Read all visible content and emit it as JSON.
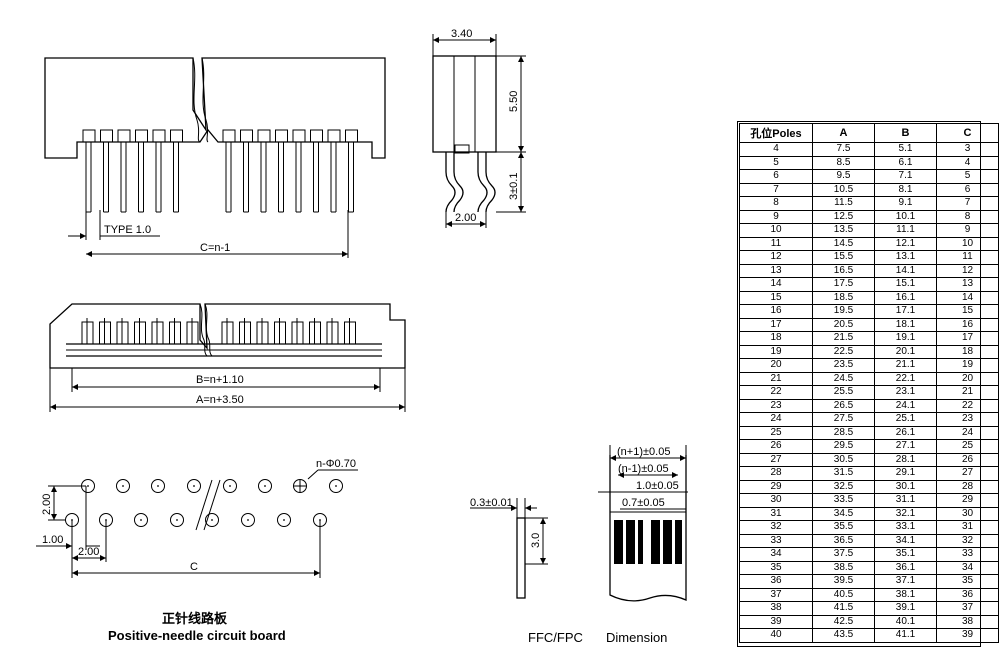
{
  "top_view": {
    "type_label": "TYPE 1.0",
    "c_label": "C=n-1"
  },
  "side_view": {
    "width_label": "3.40",
    "height_label": "5.50",
    "pin_length_label": "3±0.1",
    "pin_pitch_label": "2.00"
  },
  "front_view": {
    "b_label": "B=n+1.10",
    "a_label": "A=n+3.50"
  },
  "pcb_view": {
    "hole_label": "n-Φ0.70",
    "row_spacing_label": "2.00",
    "offset_label": "1.00",
    "pitch_label": "2.00",
    "c_label": "C",
    "title_cn": "正针线路板",
    "title_en": "Positive-needle circuit board"
  },
  "ffc": {
    "thickness_label": "0.3±0.01",
    "length_label": "3.0",
    "w1_label": "(n+1)±0.05",
    "w2_label": "(n-1)±0.05",
    "pitch_label": "1.0±0.05",
    "conductor_label": "0.7±0.05",
    "caption_ffc": "FFC/FPC",
    "caption_dim": "Dimension"
  },
  "table": {
    "headers": [
      "孔位Poles",
      "A",
      "B",
      "C"
    ],
    "rows": [
      [
        "4",
        "7.5",
        "5.1",
        "3"
      ],
      [
        "5",
        "8.5",
        "6.1",
        "4"
      ],
      [
        "6",
        "9.5",
        "7.1",
        "5"
      ],
      [
        "7",
        "10.5",
        "8.1",
        "6"
      ],
      [
        "8",
        "11.5",
        "9.1",
        "7"
      ],
      [
        "9",
        "12.5",
        "10.1",
        "8"
      ],
      [
        "10",
        "13.5",
        "11.1",
        "9"
      ],
      [
        "11",
        "14.5",
        "12.1",
        "10"
      ],
      [
        "12",
        "15.5",
        "13.1",
        "11"
      ],
      [
        "13",
        "16.5",
        "14.1",
        "12"
      ],
      [
        "14",
        "17.5",
        "15.1",
        "13"
      ],
      [
        "15",
        "18.5",
        "16.1",
        "14"
      ],
      [
        "16",
        "19.5",
        "17.1",
        "15"
      ],
      [
        "17",
        "20.5",
        "18.1",
        "16"
      ],
      [
        "18",
        "21.5",
        "19.1",
        "17"
      ],
      [
        "19",
        "22.5",
        "20.1",
        "18"
      ],
      [
        "20",
        "23.5",
        "21.1",
        "19"
      ],
      [
        "21",
        "24.5",
        "22.1",
        "20"
      ],
      [
        "22",
        "25.5",
        "23.1",
        "21"
      ],
      [
        "23",
        "26.5",
        "24.1",
        "22"
      ],
      [
        "24",
        "27.5",
        "25.1",
        "23"
      ],
      [
        "25",
        "28.5",
        "26.1",
        "24"
      ],
      [
        "26",
        "29.5",
        "27.1",
        "25"
      ],
      [
        "27",
        "30.5",
        "28.1",
        "26"
      ],
      [
        "28",
        "31.5",
        "29.1",
        "27"
      ],
      [
        "29",
        "32.5",
        "30.1",
        "28"
      ],
      [
        "30",
        "33.5",
        "31.1",
        "29"
      ],
      [
        "31",
        "34.5",
        "32.1",
        "30"
      ],
      [
        "32",
        "35.5",
        "33.1",
        "31"
      ],
      [
        "33",
        "36.5",
        "34.1",
        "32"
      ],
      [
        "34",
        "37.5",
        "35.1",
        "33"
      ],
      [
        "35",
        "38.5",
        "36.1",
        "34"
      ],
      [
        "36",
        "39.5",
        "37.1",
        "35"
      ],
      [
        "37",
        "40.5",
        "38.1",
        "36"
      ],
      [
        "38",
        "41.5",
        "39.1",
        "37"
      ],
      [
        "39",
        "42.5",
        "40.1",
        "38"
      ],
      [
        "40",
        "43.5",
        "41.1",
        "39"
      ]
    ]
  }
}
